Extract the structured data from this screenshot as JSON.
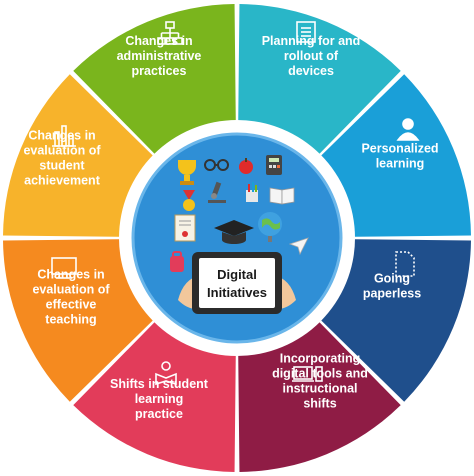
{
  "center": {
    "title_lines": [
      "Digital",
      "Initiatives"
    ]
  },
  "segments": [
    {
      "id": "planning",
      "lines": [
        "Planning for and",
        "rollout of",
        "devices"
      ],
      "color": "#29b6c8",
      "icon": "checklist-icon"
    },
    {
      "id": "personalized",
      "lines": [
        "Personalized",
        "learning"
      ],
      "color": "#1a9fd8",
      "icon": "person-icon"
    },
    {
      "id": "paperless",
      "lines": [
        "Going",
        "paperless"
      ],
      "color": "#1f4f8c",
      "icon": "document-icon"
    },
    {
      "id": "digital-tools",
      "lines": [
        "Incorporating",
        "digital tools and",
        "instructional",
        "shifts"
      ],
      "color": "#8f1c45",
      "icon": "laptop-phone-icon"
    },
    {
      "id": "student-learning",
      "lines": [
        "Shifts in student",
        "learning",
        "practice"
      ],
      "color": "#e23c5a",
      "icon": "reader-icon"
    },
    {
      "id": "effective-teaching",
      "lines": [
        "Changes in",
        "evaluation of",
        "effective",
        "teaching"
      ],
      "color": "#f58a1f",
      "icon": "whiteboard-icon"
    },
    {
      "id": "student-achievement",
      "lines": [
        "Changes in",
        "evaluation of",
        "student",
        "achievement"
      ],
      "color": "#f7b32b",
      "icon": "bar-chart-icon"
    },
    {
      "id": "administrative",
      "lines": [
        "Changes in",
        "administrative",
        "practices"
      ],
      "color": "#7ab51d",
      "icon": "org-chart-icon"
    }
  ]
}
